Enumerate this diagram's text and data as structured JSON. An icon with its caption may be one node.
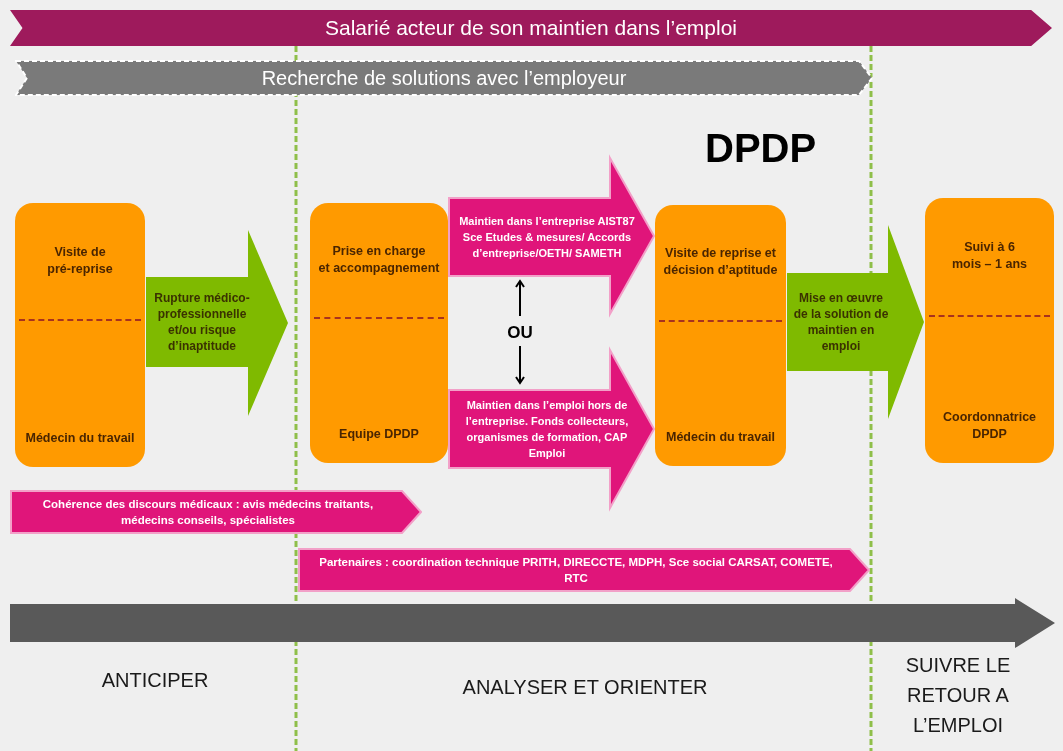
{
  "diagram": {
    "nodes": [
      {
        "text": [
          "Salarié acteur de son maintien dans l’emploi"
        ]
      },
      {
        "text": [
          "Recherche de solutions avec l’employeur"
        ]
      },
      {
        "text": [
          "Visite de pré-reprise",
          "Médecin du travail"
        ]
      },
      {
        "text": [
          "Prise en charge et accompagnement",
          "Equipe DPDP"
        ]
      },
      {
        "text": [
          "Visite de reprise et décision d’aptitude",
          "Médecin du travail"
        ]
      },
      {
        "text": [
          "Suivi à 6 mois – 1 ans",
          "Coordonnatrice DPDP"
        ]
      },
      {
        "text": [
          "Cohérence des discours médicaux : avis médecins traitants, médecins conseils, spécialistes"
        ]
      },
      {
        "text": [
          "Partenaires : coordination technique PRITH, DIRECCTE, MDPH, Sce social CARSAT, COMETE, RTC"
        ]
      }
    ],
    "edges": [
      {
        "from": 2,
        "to": 3,
        "arrow": "to",
        "label": "Rupture médico-professionnelle et/ou risque d’inaptitude",
        "style": "thick",
        "color": "#7fba00"
      },
      {
        "from": 3,
        "to": 4,
        "arrow": "to",
        "label": "Maintien dans l’entreprise AIST87 Sce Etudes & mesures/ Accords d’entreprise/OETH/ SAMETH",
        "style": "thick",
        "color": "#e0157a"
      },
      {
        "from": 3,
        "to": 4,
        "arrow": "to",
        "label": "Maintien dans l’emploi hors de l’entreprise. Fonds collecteurs, organismes de formation, CAP Emploi",
        "style": "thick",
        "color": "#e0157a"
      },
      {
        "from": 4,
        "to": 5,
        "arrow": "to",
        "label": "Mise en œuvre de la solution de maintien en emploi",
        "style": "thick",
        "color": "#7fba00"
      }
    ],
    "labels": [
      "DPDP",
      "OU",
      "ANTICIPER",
      "ANALYSER ET ORIENTER",
      "SUIVRE LE RETOUR A L’EMPLOI"
    ]
  }
}
